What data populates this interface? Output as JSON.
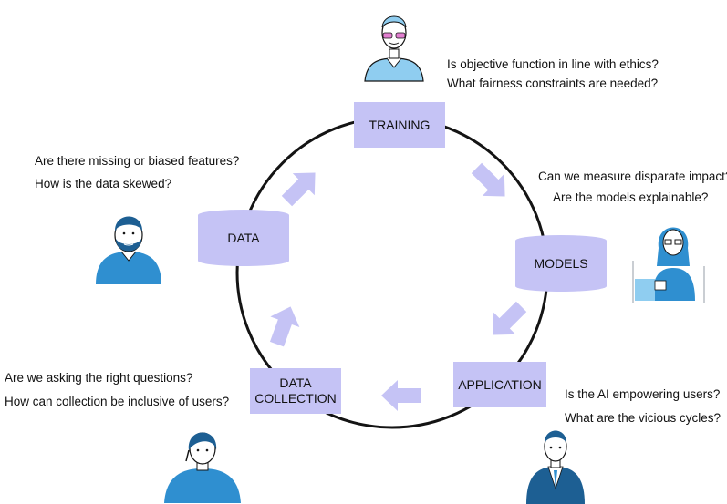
{
  "stages": {
    "training": "TRAINING",
    "models": "MODELS",
    "application": "APPLICATION",
    "data_collection": [
      "DATA",
      "COLLECTION"
    ],
    "data": "DATA"
  },
  "questions": {
    "training": [
      "Is objective function in line with ethics?",
      "What fairness constraints are needed?"
    ],
    "models": [
      "Can we measure disparate impact?",
      "Are the models explainable?"
    ],
    "application": [
      "Is the AI empowering users?",
      "What are the vicious cycles?"
    ],
    "data_collection": [
      "Are we asking the right questions?",
      "How can collection be inclusive of users?"
    ],
    "data": [
      "Are there missing or biased features?",
      "How is the data skewed?"
    ]
  },
  "colors": {
    "box_fill": "#c5c3f5",
    "arrow_fill": "#c5c3f5",
    "person_blue": "#2f8fd0",
    "person_light": "#8fcdf0",
    "person_dark": "#1d5f93",
    "outline": "#141414"
  },
  "icons": {
    "training_person": "person-with-pink-glasses-icon",
    "models_person": "woman-at-laptop-icon",
    "application_person": "man-in-suit-icon",
    "data_collection_person": "woman-with-headset-icon",
    "data_person": "bearded-man-icon"
  }
}
